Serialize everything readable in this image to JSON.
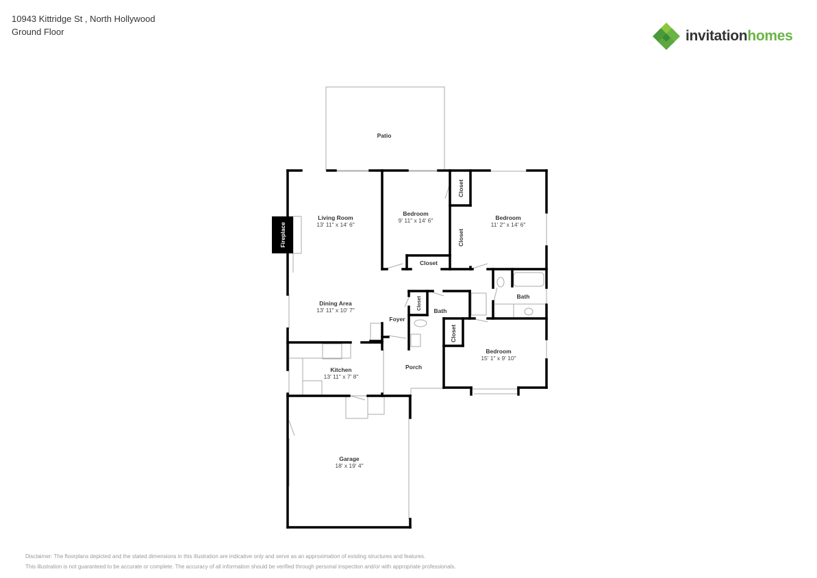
{
  "header": {
    "address": "10943 Kittridge St , North Hollywood",
    "floor": "Ground Floor"
  },
  "brand": {
    "name_part1": "invitation",
    "name_part2": "homes",
    "color_dark": "#333333",
    "color_green": "#6ab445"
  },
  "rooms": {
    "patio": {
      "name": "Patio"
    },
    "living_room": {
      "name": "Living Room",
      "dims": "13' 11\" x 14' 6\""
    },
    "fireplace": {
      "name": "Fireplace"
    },
    "bedroom1": {
      "name": "Bedroom",
      "dims": "9' 11\" x 14' 6\""
    },
    "bedroom2": {
      "name": "Bedroom",
      "dims": "11' 2\" x 14' 6\""
    },
    "bedroom3": {
      "name": "Bedroom",
      "dims": "15' 1\" x 9' 10\""
    },
    "closet_b1": {
      "name": "Closet"
    },
    "closet_top": {
      "name": "Closet"
    },
    "closet_mid": {
      "name": "Closet"
    },
    "closet_hall": {
      "name": "Closet"
    },
    "closet_b3": {
      "name": "Closet"
    },
    "dining_area": {
      "name": "Dining Area",
      "dims": "13' 11\" x 10' 7\""
    },
    "foyer": {
      "name": "Foyer"
    },
    "bath1": {
      "name": "Bath"
    },
    "bath2": {
      "name": "Bath"
    },
    "kitchen": {
      "name": "Kitchen",
      "dims": "13' 11\" x 7' 8\""
    },
    "porch": {
      "name": "Porch"
    },
    "garage": {
      "name": "Garage",
      "dims": "18' x 19' 4\""
    }
  },
  "disclaimer": {
    "line1": "Disclaimer: The floorplans depicted and the stated dimensions in this illustration are indicative only and serve as an approximation of existing structures and features.",
    "line2": "This illustration is not guaranteed to be accurate or complete. The accuracy of all information should be verified through personal inspection and/or with appropriate professionals."
  }
}
